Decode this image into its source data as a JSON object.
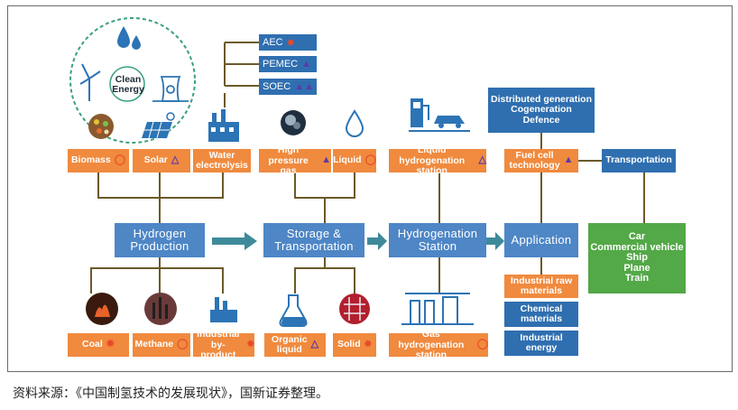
{
  "diagram": {
    "clean_energy_label": "Clean\nEnergy",
    "sources_top": {
      "biomass": "Biomass",
      "solar": "Solar",
      "water_electrolysis": "Water\nelectrolysis"
    },
    "electrolysis_types": [
      "AEC",
      "PEMEC",
      "SOEC"
    ],
    "storage_top": {
      "high_pressure_gas": "High pressure\ngas",
      "liquid": "Liquid"
    },
    "liquid_station": "Liquid hydrogenation\nstation",
    "distributed_generation": "Distributed generation\nCogeneration\nDefence",
    "fuel_cell": "Fuel cell\ntechnology",
    "transportation": "Transportation",
    "transport_list": [
      "Car",
      "Commercial vehicle",
      "Ship",
      "Plane",
      "Train"
    ],
    "stages": {
      "production": "Hydrogen\nProduction",
      "storage": "Storage &\nTransportation",
      "station": "Hydrogenation\nStation",
      "application": "Application"
    },
    "sources_bottom": {
      "coal": "Coal",
      "methane": "Methane",
      "industrial_byproduct": "Industrial by-\nproduct"
    },
    "storage_bottom": {
      "organic_liquid": "Organic\nliquid",
      "solid": "Solid"
    },
    "gas_station": "Gas hydrogenation\nstation",
    "applications_bottom": [
      "Industrial raw\nmaterials",
      "Chemical\nmaterials",
      "Industrial\nenergy"
    ]
  },
  "colors": {
    "orange": "#f08a3e",
    "blue_main": "#4e86c6",
    "blue_dark": "#2f6fb0",
    "green": "#53a847",
    "teal_arrow": "#3f8a9a",
    "connector": "#6b5a2a",
    "symbol_purple": "#5a3aa8",
    "symbol_red": "#e84a2a"
  },
  "footer": "资料来源：《中国制氢技术的发展现状》，国新证券整理。"
}
